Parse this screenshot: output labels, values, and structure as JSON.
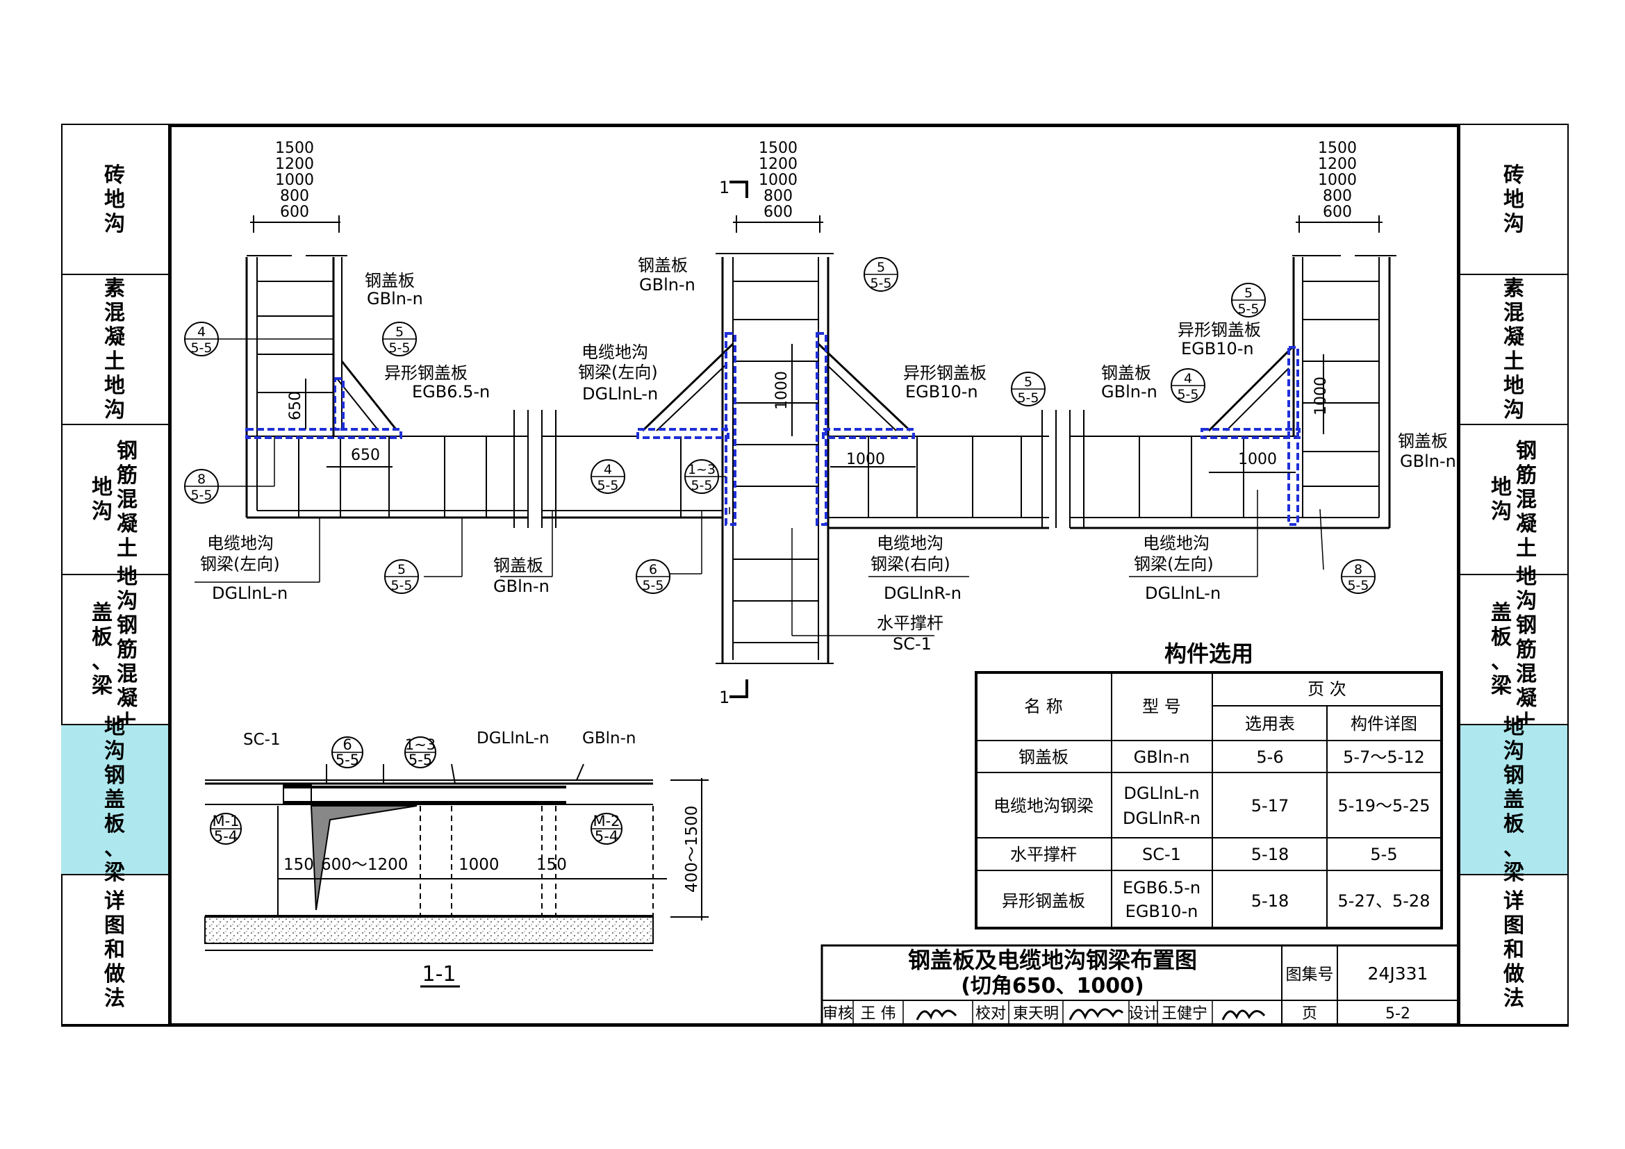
{
  "side_tabs": [
    {
      "lines": [
        "砖地沟"
      ],
      "active": false
    },
    {
      "lines": [
        "素混凝土地沟"
      ],
      "active": false
    },
    {
      "lines": [
        "地沟",
        "钢筋混凝土"
      ],
      "active": false
    },
    {
      "lines": [
        "盖板、梁",
        "地沟钢筋混凝土"
      ],
      "active": false
    },
    {
      "lines": [
        "地沟钢盖板、梁"
      ],
      "active": true
    },
    {
      "lines": [
        "详图和做法"
      ],
      "active": false
    }
  ],
  "plan": {
    "dim_left": [
      "1500",
      "1200",
      "1000",
      "800",
      "600"
    ],
    "dim_center": [
      "1500",
      "1200",
      "1000",
      "800",
      "600"
    ],
    "dim_right": [
      "1500",
      "1200",
      "1000",
      "800",
      "600"
    ],
    "section_mark": "1",
    "dims": {
      "d650": "650",
      "d1000": "1000"
    },
    "refs": {
      "r4": [
        "4",
        "5-5"
      ],
      "r5": [
        "5",
        "5-5"
      ],
      "r8": [
        "8",
        "5-5"
      ],
      "r6": [
        "6",
        "5-5"
      ],
      "r13": [
        "1~3",
        "5-5"
      ]
    },
    "labels": {
      "steel_plate": "钢盖板",
      "gb_code": "GBln-n",
      "special_plate": "异形钢盖板",
      "egb65": "EGB6.5-n",
      "egb10": "EGB10-n",
      "cable_trench": "电缆地沟",
      "beam_left": "钢梁(左向)",
      "beam_right": "钢梁(右向)",
      "dgl_l": "DGLlnL-n",
      "dgl_r": "DGLlnR-n",
      "strut": "水平撑杆",
      "sc1": "SC-1"
    }
  },
  "section": {
    "title": "1-1",
    "sc1": "SC-1",
    "dgl": "DGLlnL-n",
    "gb": "GBln-n",
    "m1": [
      "M-1",
      "5-4"
    ],
    "m2": [
      "M-2",
      "5-4"
    ],
    "dims": [
      "150",
      "600～1200",
      "1000",
      "150"
    ],
    "height": "400～1500"
  },
  "table": {
    "title": "构件选用",
    "headers": {
      "name": "名 称",
      "model": "型 号",
      "page": "页 次",
      "sel": "选用表",
      "detail": "构件详图"
    },
    "rows": [
      {
        "name": "钢盖板",
        "model": [
          "GBln-n"
        ],
        "sel": "5-6",
        "detail": "5-7～5-12"
      },
      {
        "name": "电缆地沟钢梁",
        "model": [
          "DGLlnL-n",
          "DGLlnR-n"
        ],
        "sel": "5-17",
        "detail": "5-19～5-25"
      },
      {
        "name": "水平撑杆",
        "model": [
          "SC-1"
        ],
        "sel": "5-18",
        "detail": "5-5"
      },
      {
        "name": "异形钢盖板",
        "model": [
          "EGB6.5-n",
          "EGB10-n"
        ],
        "sel": "5-18",
        "detail": "5-27、5-28"
      }
    ]
  },
  "title_block": {
    "title1": "钢盖板及电缆地沟钢梁布置图",
    "title2": "(切角650、1000)",
    "atlas_label": "图集号",
    "atlas_no": "24J331",
    "review_label": "审核",
    "reviewer": "王 伟",
    "check_label": "校对",
    "checker": "東天明",
    "design_label": "设计",
    "designer": "王健宁",
    "page_label": "页",
    "page_no": "5-2"
  },
  "colors": {
    "highlight": "#aee8ee",
    "blue": "#1f2fd8"
  }
}
